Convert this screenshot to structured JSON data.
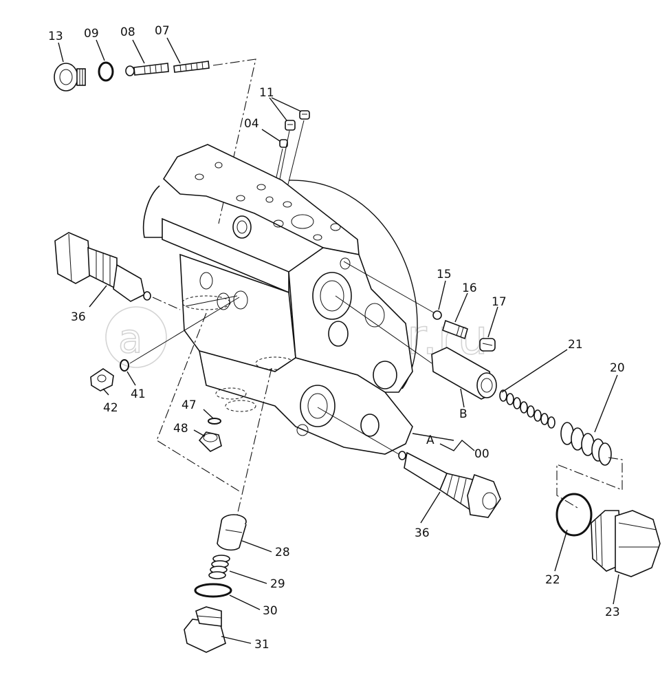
{
  "diagram": {
    "labels": {
      "p13": "13",
      "p09": "09",
      "p08": "08",
      "p07": "07",
      "p11": "11",
      "p04": "04",
      "p36a": "36",
      "p36b": "36",
      "p15": "15",
      "p16": "16",
      "p17": "17",
      "p21": "21",
      "p20": "20",
      "p42": "42",
      "p41": "41",
      "p47": "47",
      "p48": "48",
      "pB": "B",
      "pA": "A",
      "p00": "00",
      "p28": "28",
      "p29": "29",
      "p30": "30",
      "p31": "31",
      "p22": "22",
      "p23": "23"
    },
    "watermark": "autopiter.ru"
  }
}
